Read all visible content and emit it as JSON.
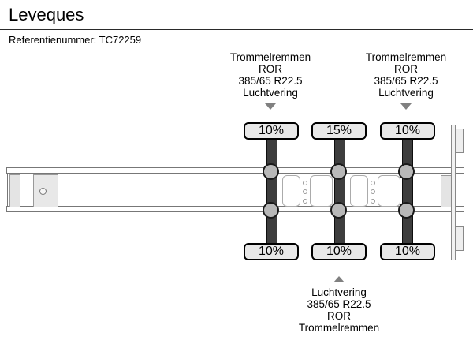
{
  "header": {
    "title": "Leveques",
    "reference_label": "Referentienummer: TC72259"
  },
  "annotations": {
    "axle1_top": {
      "lines": [
        "Trommelremmen",
        "ROR",
        "385/65 R22.5",
        "Luchtvering"
      ]
    },
    "axle3_top": {
      "lines": [
        "Trommelremmen",
        "ROR",
        "385/65 R22.5",
        "Luchtvering"
      ]
    },
    "axle2_bottom": {
      "lines": [
        "Luchtvering",
        "385/65 R22.5",
        "ROR",
        "Trommelremmen"
      ]
    }
  },
  "axles": [
    {
      "name": "axle-1",
      "top_load": "10%",
      "bottom_load": "10%"
    },
    {
      "name": "axle-2",
      "top_load": "15%",
      "bottom_load": "10%"
    },
    {
      "name": "axle-3",
      "top_load": "10%",
      "bottom_load": "10%"
    }
  ],
  "colors": {
    "background": "#ffffff",
    "text": "#000000",
    "axle_bar": "#3d3d3d",
    "hub_fill": "#b8b8b8",
    "load_box_fill": "#e8e8e8",
    "load_box_border": "#000000",
    "rail_border": "#777777",
    "panel_border": "#ababab",
    "gray_block_fill": "#e4e4e4",
    "arrow": "#808080"
  }
}
